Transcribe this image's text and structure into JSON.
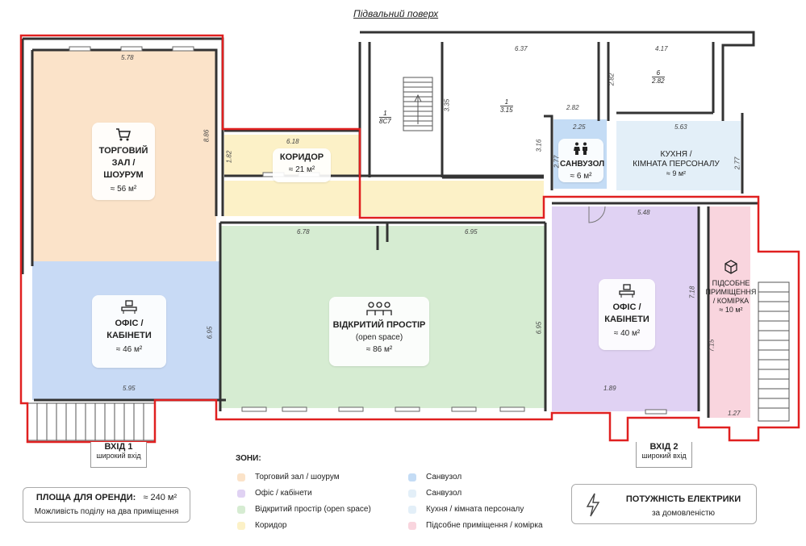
{
  "title": "Підвальний поверх",
  "zones": {
    "retail": {
      "name": "ТОРГОВИЙ\nЗАЛ /\nШОУРУМ",
      "area": "≈ 56 м²",
      "icon": "shopping-cart-icon",
      "color": "#fbe3c9"
    },
    "corridor": {
      "name": "КОРИДОР",
      "area": "≈ 21 м²",
      "color": "#fcf1c7"
    },
    "office_left": {
      "name": "ОФІС /\nКАБІНЕТИ",
      "area": "≈ 46 м²",
      "icon": "office-desk-icon",
      "color": "#c8daf5"
    },
    "open_space": {
      "name": "ВІДКРИТИЙ ПРОСТІР",
      "subtitle": "(open space)",
      "area": "≈ 86 м²",
      "icon": "people-group-icon",
      "color": "#d6ecd2"
    },
    "bathroom": {
      "name": "САНВУЗОЛ",
      "area": "≈ 6 м²",
      "icon": "restroom-icon",
      "color": "#c4dcf5"
    },
    "kitchen": {
      "name": "КУХНЯ /\nКІМНАТА ПЕРСОНАЛУ",
      "area": "≈ 9 м²",
      "color": "#e3eff8"
    },
    "office_right": {
      "name": "ОФІС /\nКАБІНЕТИ",
      "area": "≈ 40 м²",
      "icon": "office-desk-icon",
      "color": "#e0d2f3"
    },
    "storage": {
      "name": "ПІДСОБНЕ\nПРИМІЩЕННЯ\n/ КОМІРКА",
      "area": "≈ 10 м²",
      "icon": "box-icon",
      "color": "#f9d5de"
    }
  },
  "dimensions": {
    "d1": "5.78",
    "d2": "8.86",
    "d3": "6.18",
    "d4": "1.82",
    "d5": "6.37",
    "d6": "4.17",
    "d7": "2.82",
    "d8": "3.35",
    "d9": "2.82",
    "d10": "3.16",
    "d11": "2.25",
    "d12": "2.77",
    "d13": "5.63",
    "d14": "2.77",
    "d15": "6.78",
    "d16": "6.95",
    "d17": "5.48",
    "d18": "7.18",
    "d19": "6.95",
    "d20": "6.95",
    "d21": "5.95",
    "d22": "1.89",
    "d23": "1.27",
    "d24": "7.15"
  },
  "room_marks": {
    "r1": {
      "num": "1",
      "den": "8С7"
    },
    "r2": {
      "num": "1",
      "den": "3.15"
    },
    "r3": {
      "num": "6",
      "den": "2.82"
    }
  },
  "entrances": {
    "e1": {
      "label": "ВХІД 1",
      "sub": "широкий вхід"
    },
    "e2": {
      "label": "ВХІД 2",
      "sub": "широкий вхід"
    }
  },
  "legend": {
    "title": "ЗОНИ:",
    "items": [
      {
        "label": "Торговий зал / шоурум",
        "color": "#fbe3c9"
      },
      {
        "label": "Офіс / кабінети",
        "color": "#e0d2f3"
      },
      {
        "label": "Відкритий простір (open space)",
        "color": "#d6ecd2"
      },
      {
        "label": "Коридор",
        "color": "#fcf1c7"
      },
      {
        "label": "Санвузол",
        "color": "#c4dcf5"
      },
      {
        "label": "Санвузол",
        "color": "#e3eff8"
      },
      {
        "label": "Кухня / кімната персоналу",
        "color": "#e3eff8"
      },
      {
        "label": "Підсобне приміщення / комірка",
        "color": "#f9d5de"
      }
    ]
  },
  "rent_area": {
    "label": "ПЛОЩА ДЛЯ ОРЕНДИ:",
    "value": "≈ 240 м²",
    "note": "Можливість поділу на два приміщення"
  },
  "power": {
    "label": "ПОТУЖНІСТЬ ЕЛЕКТРИКИ",
    "value": "за домовленістю",
    "icon": "lightning-icon"
  },
  "colors": {
    "wall": "#333333",
    "highlight": "#e02020"
  }
}
